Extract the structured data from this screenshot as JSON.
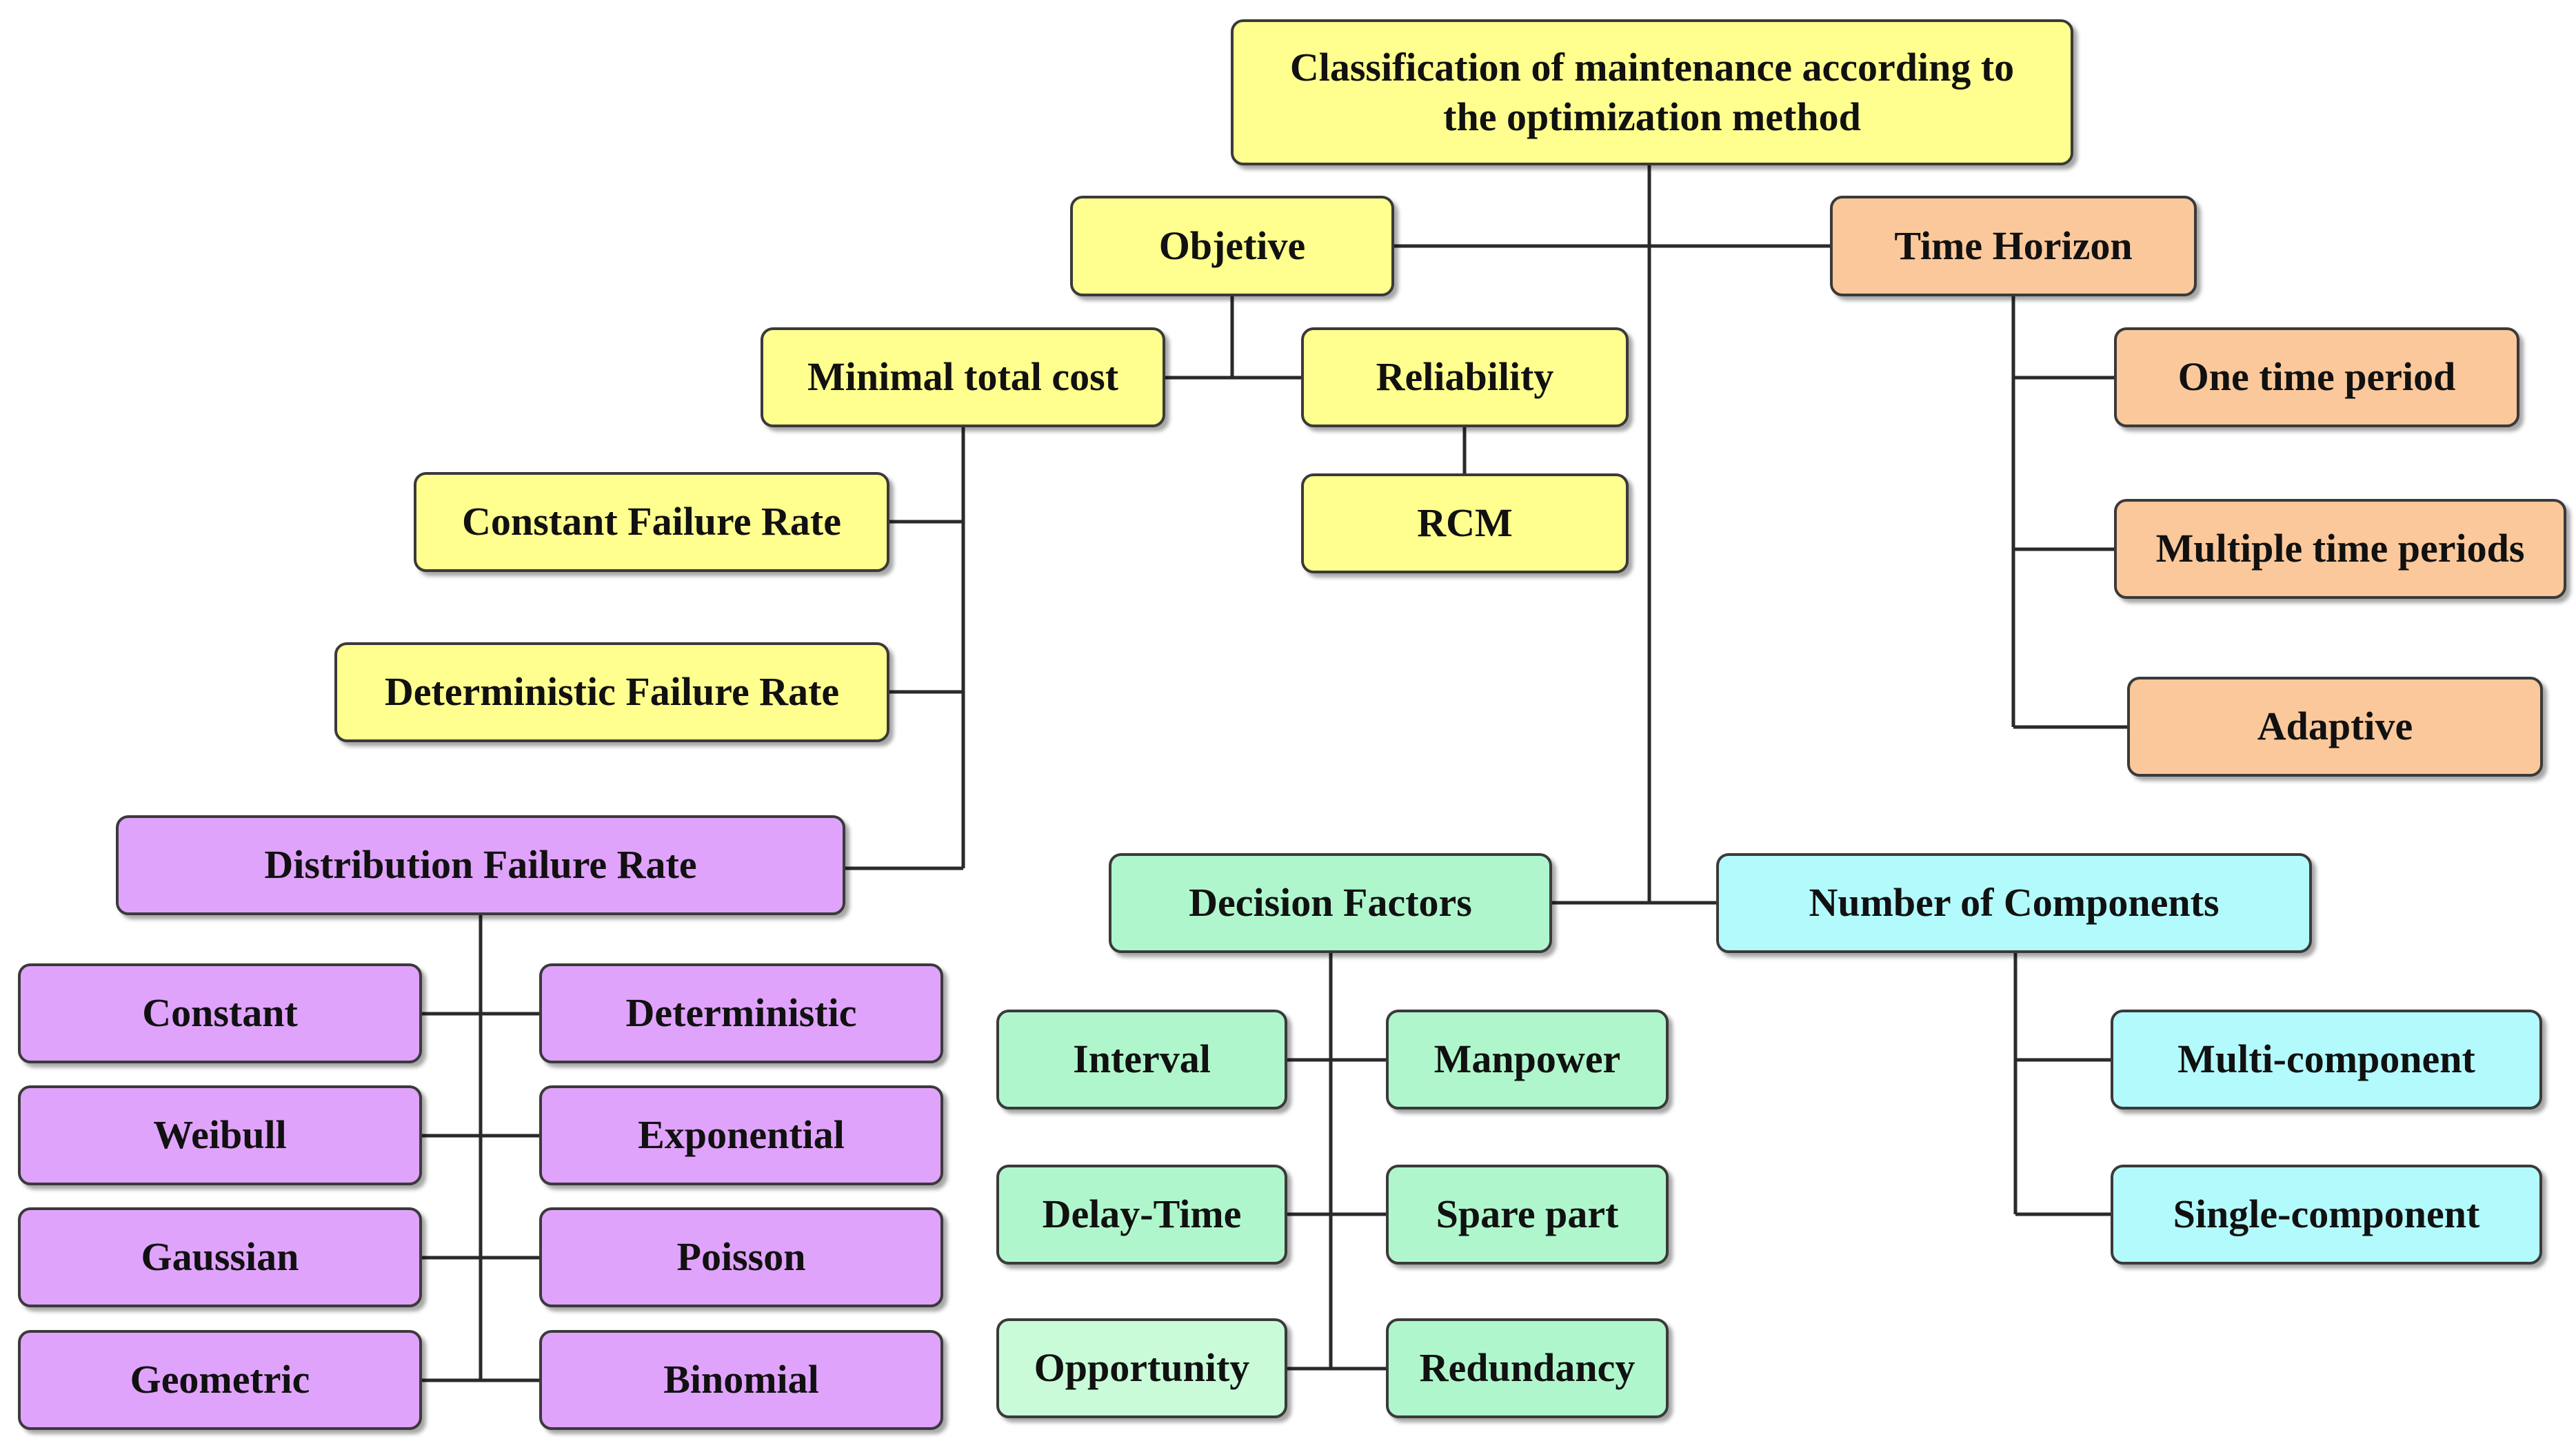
{
  "colors": {
    "objective": "#ffff8f",
    "time_horizon": "#fac89b",
    "distribution": "#e0a3fb",
    "decision_factors": "#b0f6cd",
    "components": "#b3fafc",
    "line": "#2a2a2a",
    "border": "#3a3a3a"
  },
  "nodes": {
    "root": "Classification of maintenance according to the optimization method",
    "objective": "Objetive",
    "time_horizon": "Time Horizon",
    "minimal_total_cost": "Minimal total cost",
    "reliability": "Reliability",
    "rcm": "RCM",
    "constant_failure_rate": "Constant Failure Rate",
    "deterministic_failure_rate": "Deterministic Failure Rate",
    "distribution_failure_rate": "Distribution Failure Rate",
    "dist_constant": "Constant",
    "dist_deterministic": "Deterministic",
    "dist_weibull": "Weibull",
    "dist_exponential": "Exponential",
    "dist_gaussian": "Gaussian",
    "dist_poisson": "Poisson",
    "dist_geometric": "Geometric",
    "dist_binomial": "Binomial",
    "one_time_period": "One time period",
    "multiple_time_periods": "Multiple time periods",
    "adaptive": "Adaptive",
    "decision_factors": "Decision Factors",
    "interval": "Interval",
    "manpower": "Manpower",
    "delay_time": "Delay-Time",
    "spare_part": "Spare part",
    "opportunity": "Opportunity",
    "redundancy": "Redundancy",
    "number_of_components": "Number of Components",
    "multi_component": "Multi-component",
    "single_component": "Single-component"
  }
}
